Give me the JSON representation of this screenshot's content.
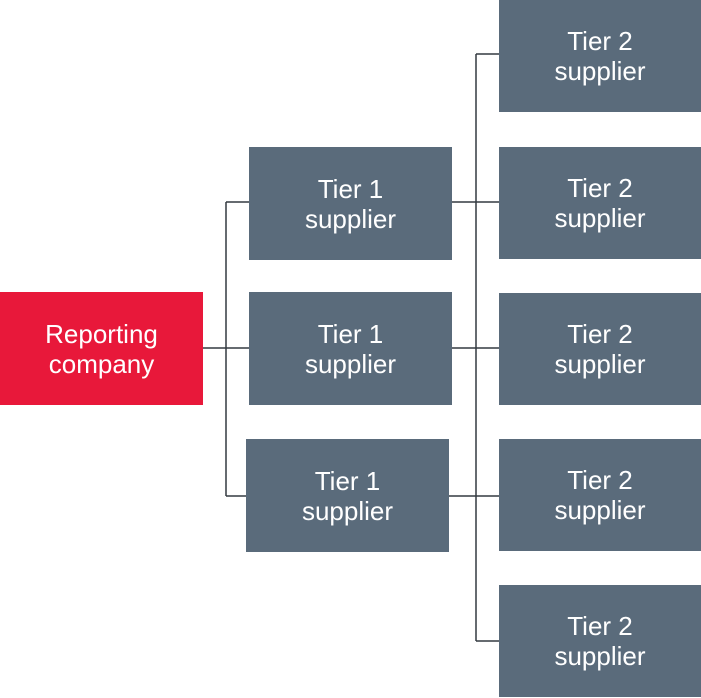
{
  "colors": {
    "reporting_company": "#e8183a",
    "supplier": "#5a6b7b",
    "connector": "#333a40",
    "text": "#ffffff"
  },
  "root": {
    "line1": "Reporting",
    "line2": "company"
  },
  "tier1": [
    {
      "line1": "Tier 1",
      "line2": "supplier"
    },
    {
      "line1": "Tier 1",
      "line2": "supplier"
    },
    {
      "line1": "Tier 1",
      "line2": "supplier"
    }
  ],
  "tier2": [
    {
      "line1": "Tier 2",
      "line2": "supplier"
    },
    {
      "line1": "Tier 2",
      "line2": "supplier"
    },
    {
      "line1": "Tier 2",
      "line2": "supplier"
    },
    {
      "line1": "Tier 2",
      "line2": "supplier"
    },
    {
      "line1": "Tier 2",
      "line2": "supplier"
    }
  ]
}
